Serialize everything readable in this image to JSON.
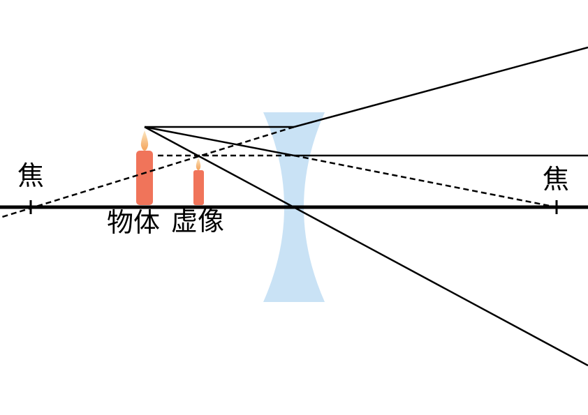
{
  "labels": {
    "focal_left": "焦",
    "focal_right": "焦",
    "object_label": "物体",
    "image_label": "虚像"
  },
  "colors": {
    "lens": "#c9e2f5",
    "candle": "#f0745a",
    "flame_outer": "#f7d9a6",
    "flame_inner": "#f4a45c",
    "line": "#000000",
    "background": "#ffffff"
  }
}
